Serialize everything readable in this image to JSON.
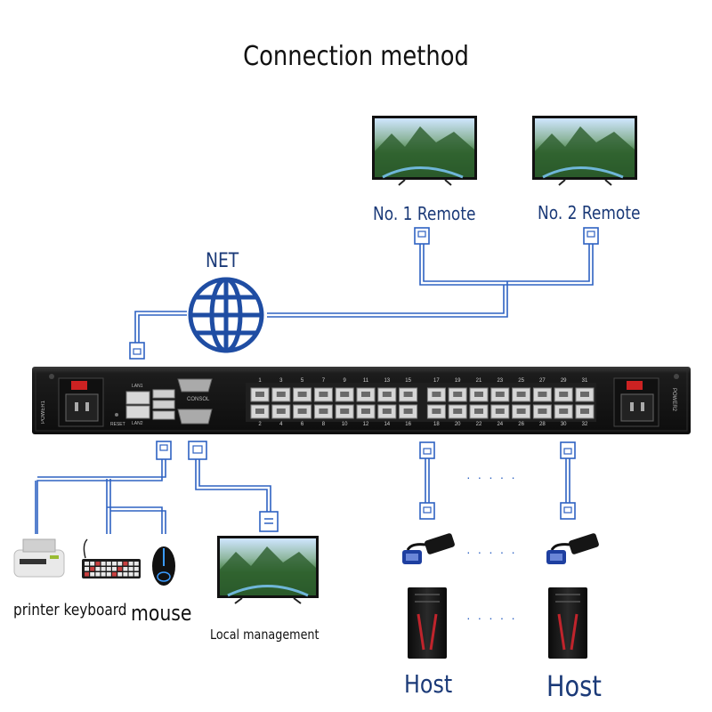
{
  "title": "Connection method",
  "remote1_label": "No. 1 Remote",
  "remote2_label": "No. 2 Remote",
  "net_label": "NET",
  "device": {
    "power1": "POWER1",
    "power2": "POWER2",
    "reset": "RESET",
    "lan1": "LAN1",
    "lan2": "LAN2",
    "console": "CONSOL",
    "top_ports": [
      "1",
      "3",
      "5",
      "7",
      "9",
      "11",
      "13",
      "15",
      "17",
      "19",
      "21",
      "23",
      "25",
      "27",
      "29",
      "31"
    ],
    "bottom_ports": [
      "2",
      "4",
      "6",
      "8",
      "10",
      "12",
      "14",
      "16",
      "18",
      "20",
      "22",
      "24",
      "26",
      "28",
      "30",
      "32"
    ]
  },
  "printer_keyboard_label": "printer keyboard",
  "mouse_label": "mouse",
  "local_label": "Local management",
  "host_label_1": "Host",
  "host_label_2": "Host",
  "dots": "· · · · ·",
  "colors": {
    "line": "#2e62c2",
    "text_blue": "#1b3a78",
    "device": "#1a1a1a"
  }
}
